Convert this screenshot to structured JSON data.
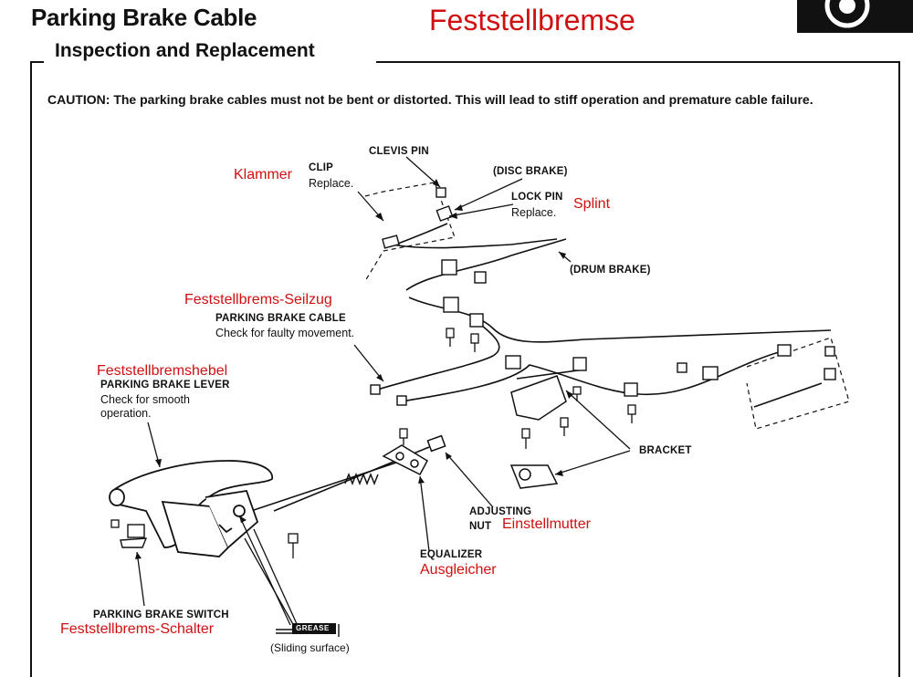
{
  "header": {
    "title": "Parking Brake Cable",
    "title_de": "Feststellbremse",
    "section": "Inspection and Replacement"
  },
  "caution": "CAUTION:  The parking brake cables must not be bent or distorted. This will lead to stiff operation and premature cable failure.",
  "labels": {
    "clevis_pin": "CLEVIS PIN",
    "clip": "CLIP",
    "clip_note": "Replace.",
    "clip_de": "Klammer",
    "disc_brake": "(DISC BRAKE)",
    "lock_pin": "LOCK PIN",
    "lock_pin_note": "Replace.",
    "lock_pin_de": "Splint",
    "drum_brake": "(DRUM BRAKE)",
    "cable_de": "Feststellbrems-Seilzug",
    "cable": "PARKING BRAKE CABLE",
    "cable_note": "Check for faulty movement.",
    "lever_de": "Feststellbremshebel",
    "lever": "PARKING BRAKE LEVER",
    "lever_note_1": "Check for smooth",
    "lever_note_2": "operation.",
    "bracket": "BRACKET",
    "adjusting_nut_1": "ADJUSTING",
    "adjusting_nut_2": "NUT",
    "adjusting_nut_de": "Einstellmutter",
    "equalizer": "EQUALIZER",
    "equalizer_de": "Ausgleicher",
    "switch": "PARKING BRAKE SWITCH",
    "switch_de": "Feststellbrems-Schalter",
    "grease": "GREASE",
    "sliding_surface": "(Sliding surface)"
  },
  "colors": {
    "annotation": "#d01010",
    "ink": "#111111"
  },
  "icons": {
    "corner": "brake-disc-icon"
  }
}
